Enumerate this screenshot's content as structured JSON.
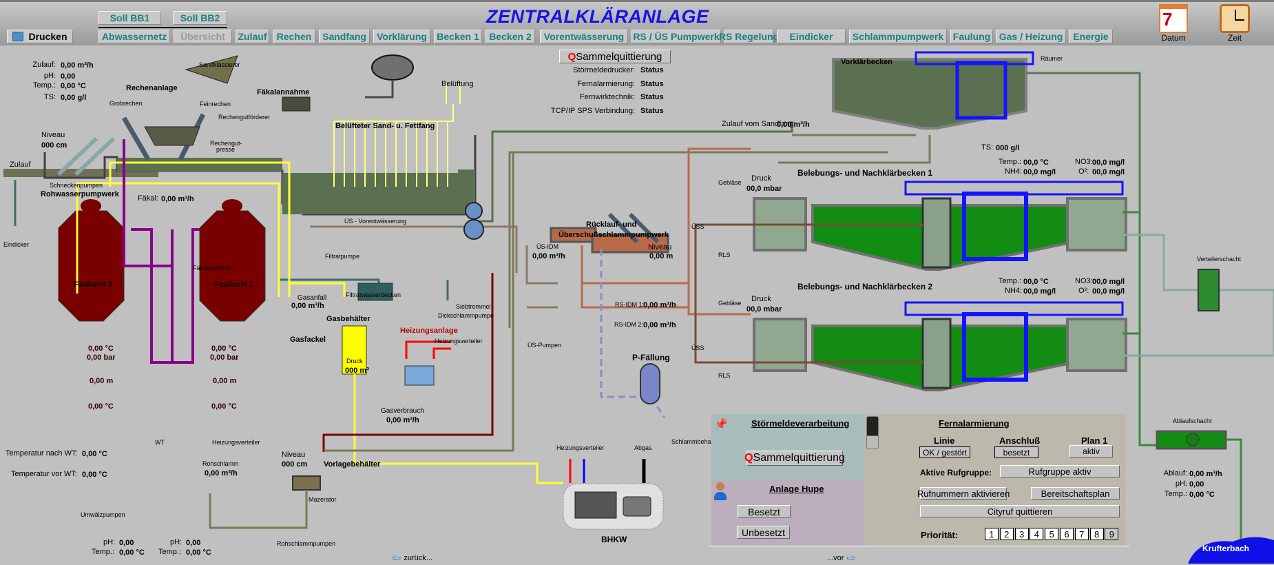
{
  "header": {
    "title": "ZENTRALKLÄRANLAGE",
    "print_label": "Drucken",
    "soll_buttons": [
      "Soll BB1",
      "Soll BB2"
    ],
    "nav_tabs": [
      {
        "label": "Abwassernetz",
        "disabled": false
      },
      {
        "label": "Übersicht",
        "disabled": true
      },
      {
        "label": "Zulauf",
        "disabled": false
      },
      {
        "label": "Rechen",
        "disabled": false
      },
      {
        "label": "Sandfang",
        "disabled": false
      },
      {
        "label": "Vorklärung",
        "disabled": false
      },
      {
        "label": "Becken 1",
        "disabled": false
      },
      {
        "label": "Becken 2",
        "disabled": false
      },
      {
        "label": "Vorentwässerung",
        "disabled": false
      },
      {
        "label": "RS / ÜS Pumpwerk",
        "disabled": false
      },
      {
        "label": "RS Regelung",
        "disabled": false
      },
      {
        "label": "Eindicker",
        "disabled": false
      },
      {
        "label": "Schlammpumpwerk",
        "disabled": false
      },
      {
        "label": "Faulung",
        "disabled": false
      },
      {
        "label": "Gas / Heizung",
        "disabled": false
      },
      {
        "label": "Energie",
        "disabled": false
      }
    ],
    "date_label": "Datum",
    "time_label": "Zeit",
    "calendar_day": "7"
  },
  "status": {
    "ack_button": "Sammelquittierung",
    "ack_prefix": "Q",
    "rows": [
      {
        "label": "Störmeldedrucker:",
        "value": "Status"
      },
      {
        "label": "Fernalarmierung:",
        "value": "Status"
      },
      {
        "label": "Fernwirktechnik:",
        "value": "Status"
      },
      {
        "label": "TCP/IP SPS Verbindung:",
        "value": "Status"
      }
    ]
  },
  "zulauf": {
    "rows": [
      {
        "label": "Zulauf:",
        "value": "0,00 m³/h"
      },
      {
        "label": "pH:",
        "value": "0,00"
      },
      {
        "label": "Temp.:",
        "value": "0,00 °C"
      },
      {
        "label": "TS:",
        "value": "0,00 g/l"
      }
    ],
    "inlet_label": "Zulauf",
    "eindicker_label": "Eindicker",
    "niveau_label": "Niveau",
    "niveau_value": "000 cm",
    "schnecken_label": "Schneckenpumpen",
    "rohwasser_label": "Rohwasserpumpwerk",
    "faekal_label": "Fäkal:",
    "faekal_value": "0,00 m³/h"
  },
  "labels": {
    "rechenanlage": "Rechenanlage",
    "grobrechen": "Grobrechen",
    "feinrechen": "Feinrechen",
    "sandklassierer": "Sandklassierer",
    "rechengutfoerderer": "Rechengutförderer",
    "rechengutpresse": "Rechengut-presse",
    "faekalannahme": "Fäkalannahme",
    "faekalspeicher": "Fäkalspeicher",
    "belueftung": "Belüftung",
    "sandfang": "Belüfteter Sand- u. Fettfang",
    "us_vorentwaesserung": "ÜS - Vorentwässerung",
    "filtratpumpe": "Filtratpumpe",
    "filtratwasserbecken": "Filtratwasserbecken",
    "siebtrommel": "Siebtrommel",
    "dickschlammpumpe": "Dickschlammpumpe",
    "vorklaerbecken": "Vorklärbecken",
    "raeumer": "Räumer",
    "zulauf_sandfang": "Zulauf vom Sandfang:",
    "zulauf_sandfang_value": "0,00 m³/h",
    "ruecklauf_title_1": "Rücklauf- und",
    "ruecklauf_title_2": "Überschußschlammpumpwerk",
    "us_idm": "ÜS-IDM",
    "us_idm_value": "0,00 m³/h",
    "niveau": "Niveau",
    "niveau_value_m": "0,00 m",
    "rs_idm1": "RS-IDM 1:",
    "rs_idm1_value": "0,00 m³/h",
    "rs_idm2": "RS-IDM 2:",
    "rs_idm2_value": "0,00 m³/h",
    "us_pumpen": "ÜS-Pumpen",
    "p_faellung": "P-Fällung",
    "schlammbehandlung": "Schlammbehandlung",
    "abgas": "Abgas",
    "heizungsverteiler": "Heizungsverteiler",
    "bhkw": "BHKW",
    "uss": "ÜSS",
    "rls": "RLS",
    "verteilerschacht": "Verteilerschacht",
    "ablaufschacht": "Ablaufschacht",
    "krufterbach": "Krufterbach"
  },
  "becken": [
    {
      "title": "Belebungs- und Nachklärbecken 1",
      "geblaese": "Gebläse",
      "druck_label": "Druck",
      "druck_value": "00,0 mbar",
      "ts_label": "TS:",
      "ts_value": "000 g/l",
      "temp_label": "Temp.:",
      "temp_value": "00,0 °C",
      "nh4_label": "NH4:",
      "nh4_value": "00,0 mg/l",
      "no3_label": "NO3:",
      "no3_value": "00,0 mg/l",
      "o2_label": "O²:",
      "o2_value": "00,0 mg/l"
    },
    {
      "title": "Belebungs- und Nachklärbecken 2",
      "geblaese": "Gebläse",
      "druck_label": "Druck",
      "druck_value": "00,0 mbar",
      "temp_label": "Temp.:",
      "temp_value": "00,0 °C",
      "nh4_label": "NH4:",
      "nh4_value": "00,0 mg/l",
      "no3_label": "NO3:",
      "no3_value": "00,0 mg/l",
      "o2_label": "O²:",
      "o2_value": "00,0 mg/l"
    }
  ],
  "faulung": {
    "turm2": "Faulturm 2",
    "turm1": "Faulturm 1",
    "t2": {
      "temp_top": "0,00 °C",
      "bar": "0,00 bar",
      "m": "0,00 m",
      "temp_bottom": "0,00 °C"
    },
    "t1": {
      "temp_top": "0,00 °C",
      "bar": "0,00 bar",
      "m": "0,00 m",
      "temp_bottom": "0,00 °C"
    },
    "temp_nach_wt_label": "Temperatur nach WT:",
    "temp_nach_wt_value": "0,00 °C",
    "temp_vor_wt_label": "Temperatur vor WT:",
    "temp_vor_wt_value": "0,00 °C",
    "wt": "WT",
    "heizungsverteiler": "Heizungsverteiler",
    "umwaelzpumpen": "Umwälzpumpen",
    "rohschlamm_label": "Rohschlamm",
    "rohschlamm_value": "0,00 m³/h",
    "ph_left_label": "pH:",
    "ph_left_value": "0,00",
    "temp_left_label": "Temp.:",
    "temp_left_value": "0,00 °C",
    "ph_right_label": "pH:",
    "ph_right_value": "0,00",
    "temp_right_label": "Temp.:",
    "temp_right_value": "0,00 °C",
    "vorlage_niveau_label": "Niveau",
    "vorlage_niveau_value": "000 cm",
    "vorlagebehaelter": "Vorlagebehälter",
    "mazerator": "Mazerator",
    "rohschlammpumpen": "Rohschlammpumpen"
  },
  "gas": {
    "gasanfall_label": "Gasanfall",
    "gasanfall_value": "0,00 m³/h",
    "gasfackel": "Gasfackel",
    "gasbehaelter": "Gasbehälter",
    "druck_label": "Druck",
    "druck_value": "000 m³",
    "heizungsanlage": "Heizungsanlage",
    "heizungsverteiler": "Heizungsverteiler",
    "gasverbrauch_label": "Gasverbrauch",
    "gasverbrauch_value": "0,00 m³/h"
  },
  "ablauf": {
    "rows": [
      {
        "label": "Ablauf:",
        "value": "0,00 m³/h"
      },
      {
        "label": "pH:",
        "value": "0,00"
      },
      {
        "label": "Temp.:",
        "value": "0,00 °C"
      }
    ]
  },
  "alarm_panel": {
    "stoer_title": "Störmeldeverarbeitung",
    "ack_prefix": "Q",
    "ack_label": "Sammelquittierung",
    "hupe_title": "Anlage Hupe",
    "besetzt": "Besetzt",
    "unbesetzt": "Unbesetzt",
    "fern_title": "Fernalarmierung",
    "linie_label": "Linie",
    "linie_value": "OK / gestört",
    "anschluss_label": "Anschluß",
    "anschluss_value": "besetzt",
    "plan_label": "Plan 1",
    "plan_value": "aktiv",
    "rufgruppe_label": "Aktive Rufgruppe:",
    "rufgruppe_value": "Rufgruppe aktiv",
    "rufnummern_btn": "Rufnummern aktivieren",
    "bereitschaft_btn": "Bereitschaftsplan",
    "cityruf_btn": "Cityruf quittieren",
    "prioritaet_label": "Priorität:",
    "prioritaet": [
      "1",
      "2",
      "3",
      "4",
      "5",
      "6",
      "7",
      "8",
      "9"
    ],
    "prioritaet_selected": "9"
  },
  "footer": {
    "back": "zurück...",
    "forward": "...vor"
  },
  "colors": {
    "title": "#1414e6",
    "tab_text": "#1a8080",
    "sludge": "#b86a48",
    "water_green": "#1e8a1e",
    "gas_yellow": "#ffff33",
    "digester": "#7a0000",
    "scraper_blue": "#1010ff"
  }
}
